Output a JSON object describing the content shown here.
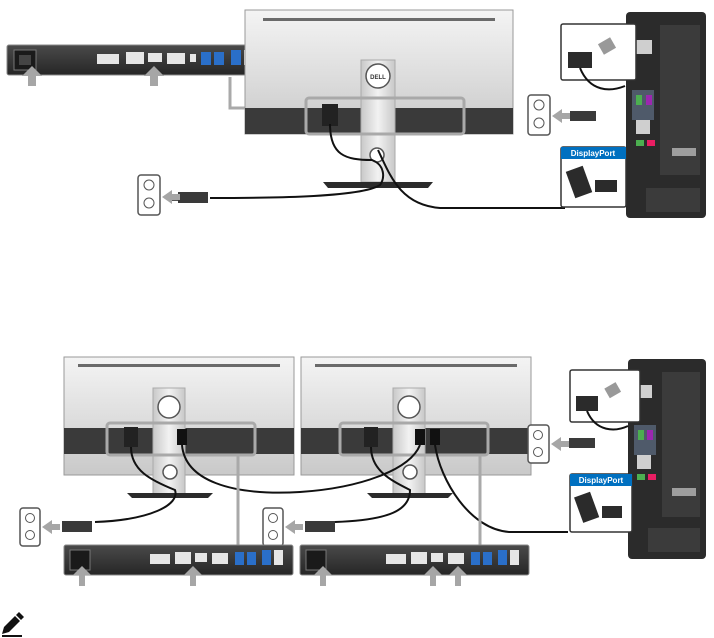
{
  "labels": {
    "displayport_top": "DisplayPort",
    "displayport_bottom": "DisplayPort",
    "monitor_logo": "DELL"
  },
  "icons": {
    "note": "note-pencil-icon",
    "arrow": "up-arrow-icon",
    "outlet": "wall-outlet-icon",
    "power_plug": "power-plug-icon",
    "dp_plug": "displayport-plug-icon"
  },
  "colors": {
    "monitor_frame": "#d8d8d8",
    "monitor_dark": "#3a3a3a",
    "callout": "#a9a9a9",
    "arrow": "#a6a6a6",
    "displayport_blue": "#0070c0",
    "tower": "#2b2b2b"
  }
}
